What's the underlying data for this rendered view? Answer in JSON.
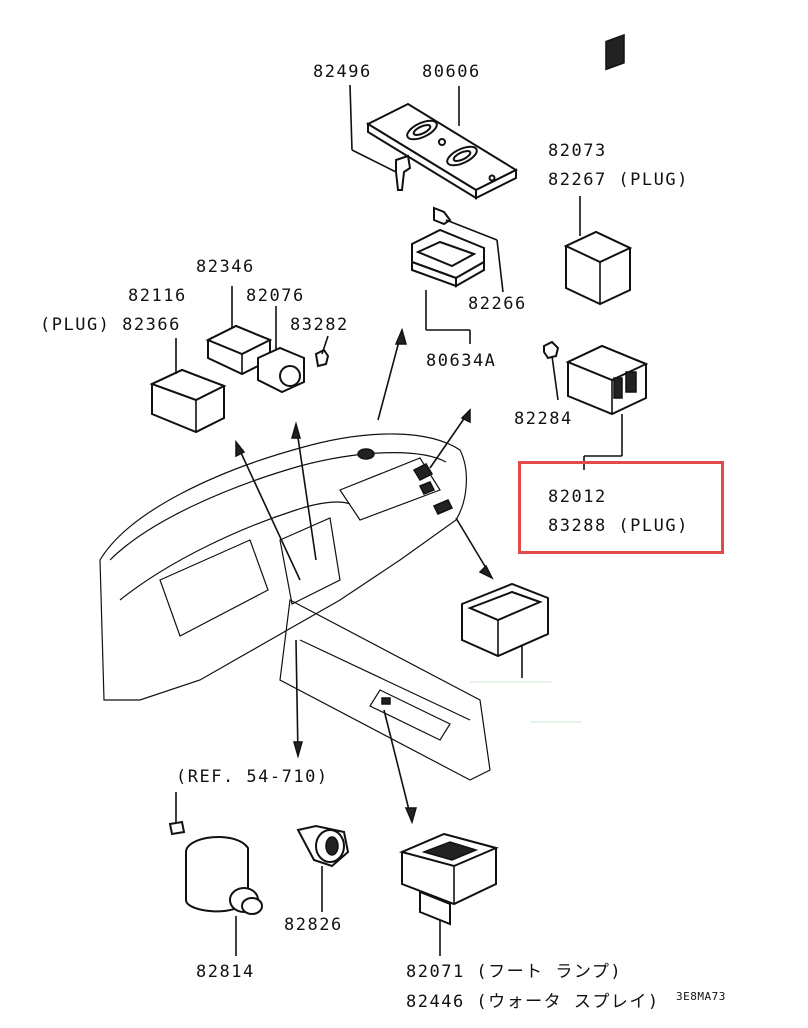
{
  "labels": {
    "p82496": "82496",
    "p80606": "80606",
    "p82073": "82073",
    "p82267": "82267 (PLUG)",
    "p82346": "82346",
    "p82116": "82116",
    "p82076": "82076",
    "p82366": "(PLUG) 82366",
    "p83282": "83282",
    "p82266": "82266",
    "p80634A": "80634A",
    "p82284": "82284",
    "p82012": "82012",
    "p83288": "83288 (PLUG)",
    "ref": "(REF. 54-710)",
    "p82826": "82826",
    "p82814": "82814",
    "p82071": "82071 (フート ランプ)",
    "p82446": "82446 (ウォータ スプレイ)",
    "figure_code": "3E8MA73"
  },
  "highlight": {
    "color": "#e24a4a"
  }
}
